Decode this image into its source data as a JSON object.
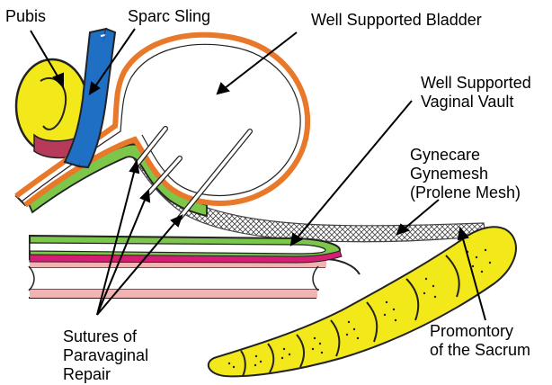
{
  "labels": {
    "pubis": "Pubis",
    "sparc_sling": "Sparc Sling",
    "bladder": "Well Supported Bladder",
    "vault_line1": "Well Supported",
    "vault_line2": "Vaginal Vault",
    "mesh_line1": "Gynecare",
    "mesh_line2": "Gynemesh",
    "mesh_line3": "(Prolene Mesh)",
    "sutures_line1": "Sutures of",
    "sutures_line2": "Paravaginal",
    "sutures_line3": "Repair",
    "sacrum_line1": "Promontory",
    "sacrum_line2": "of the Sacrum"
  },
  "colors": {
    "bone_yellow": "#f2e81a",
    "sling_blue": "#1f6fc4",
    "bladder_orange": "#e8782a",
    "vagina_green": "#7cc64a",
    "magenta": "#d41f74",
    "rectum_pink": "#f2b3b3",
    "mesh_gray": "#555555"
  }
}
